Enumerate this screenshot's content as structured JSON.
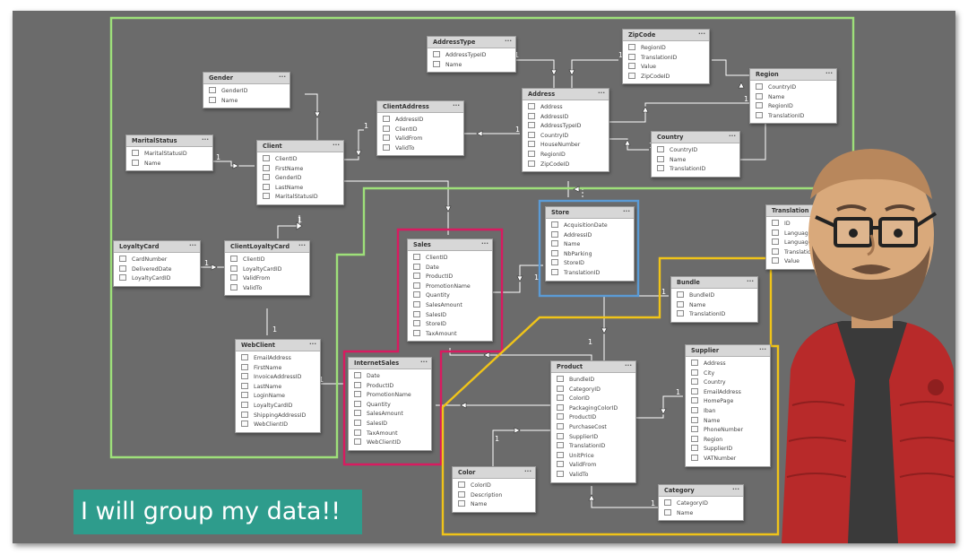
{
  "caption": "I will group my data!!",
  "colors": {
    "background": "#6b6b6b",
    "group_green": "#9ee07a",
    "group_pink": "#d81b60",
    "group_blue": "#5b9bd5",
    "group_yellow": "#f0c419",
    "caption_bg": "#2e9c8c"
  },
  "tables": {
    "addresstype": {
      "name": "AddressType",
      "fields": [
        "AddressTypeID",
        "Name"
      ]
    },
    "zipcode": {
      "name": "ZipCode",
      "fields": [
        "RegionID",
        "TranslationID",
        "Value",
        "ZipCodeID"
      ]
    },
    "gender": {
      "name": "Gender",
      "fields": [
        "GenderID",
        "Name"
      ]
    },
    "clientaddress": {
      "name": "ClientAddress",
      "fields": [
        "AddressID",
        "ClientID",
        "ValidFrom",
        "ValidTo"
      ]
    },
    "address": {
      "name": "Address",
      "fields": [
        "Address",
        "AddressID",
        "AddressTypeID",
        "CountryID",
        "HouseNumber",
        "RegionID",
        "ZipCodeID"
      ]
    },
    "region": {
      "name": "Region",
      "fields": [
        "CountryID",
        "Name",
        "RegionID",
        "TranslationID"
      ]
    },
    "maritalstatus": {
      "name": "MaritalStatus",
      "fields": [
        "MaritalStatusID",
        "Name"
      ]
    },
    "client": {
      "name": "Client",
      "fields": [
        "ClientID",
        "FirstName",
        "GenderID",
        "LastName",
        "MaritalStatusID"
      ]
    },
    "country": {
      "name": "Country",
      "fields": [
        "CountryID",
        "Name",
        "TranslationID"
      ]
    },
    "store": {
      "name": "Store",
      "fields": [
        "AcquisitionDate",
        "AddressID",
        "Name",
        "NbParking",
        "StoreID",
        "TranslationID"
      ]
    },
    "translation": {
      "name": "Translation",
      "fields": [
        "ID",
        "LanguageID",
        "LanguageName",
        "TranslationID",
        "Value"
      ]
    },
    "loyaltycard": {
      "name": "LoyaltyCard",
      "fields": [
        "CardNumber",
        "DeliveredDate",
        "LoyaltyCardID"
      ]
    },
    "clientloyaltycard": {
      "name": "ClientLoyaltyCard",
      "fields": [
        "ClientID",
        "LoyaltyCardID",
        "ValidFrom",
        "ValidTo"
      ]
    },
    "sales": {
      "name": "Sales",
      "fields": [
        "ClientID",
        "Date",
        "ProductID",
        "PromotionName",
        "Quantity",
        "SalesAmount",
        "SalesID",
        "StoreID",
        "TaxAmount"
      ]
    },
    "bundle": {
      "name": "Bundle",
      "fields": [
        "BundleID",
        "Name",
        "TranslationID"
      ]
    },
    "webclient": {
      "name": "WebClient",
      "fields": [
        "EmailAddress",
        "FirstName",
        "InvoiceAddressID",
        "LastName",
        "LoginName",
        "LoyaltyCardID",
        "ShippingAddressID",
        "WebClientID"
      ]
    },
    "supplier": {
      "name": "Supplier",
      "fields": [
        "Address",
        "City",
        "Country",
        "EmailAddress",
        "HomePage",
        "Iban",
        "Name",
        "PhoneNumber",
        "Region",
        "SupplierID",
        "VATNumber"
      ]
    },
    "internetsales": {
      "name": "InternetSales",
      "fields": [
        "Date",
        "ProductID",
        "PromotionName",
        "Quantity",
        "SalesAmount",
        "SalesID",
        "TaxAmount",
        "WebClientID"
      ]
    },
    "product": {
      "name": "Product",
      "fields": [
        "BundleID",
        "CategoryID",
        "ColorID",
        "PackagingColorID",
        "ProductID",
        "PurchaseCost",
        "SupplierID",
        "TranslationID",
        "UnitPrice",
        "ValidFrom",
        "ValidTo"
      ]
    },
    "color": {
      "name": "Color",
      "fields": [
        "ColorID",
        "Description",
        "Name"
      ]
    },
    "category": {
      "name": "Category",
      "fields": [
        "CategoryID",
        "Name"
      ]
    }
  },
  "relationship_labels": {
    "one": "1",
    "many": "*"
  }
}
